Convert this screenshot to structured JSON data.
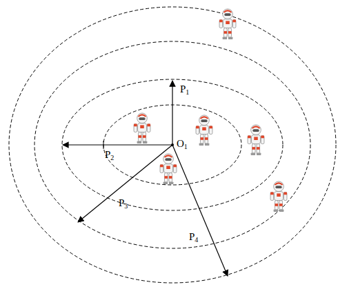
{
  "diagram": {
    "labels": [
      "P1",
      "P2",
      "O1",
      "P3",
      "P4"
    ]
  }
}
